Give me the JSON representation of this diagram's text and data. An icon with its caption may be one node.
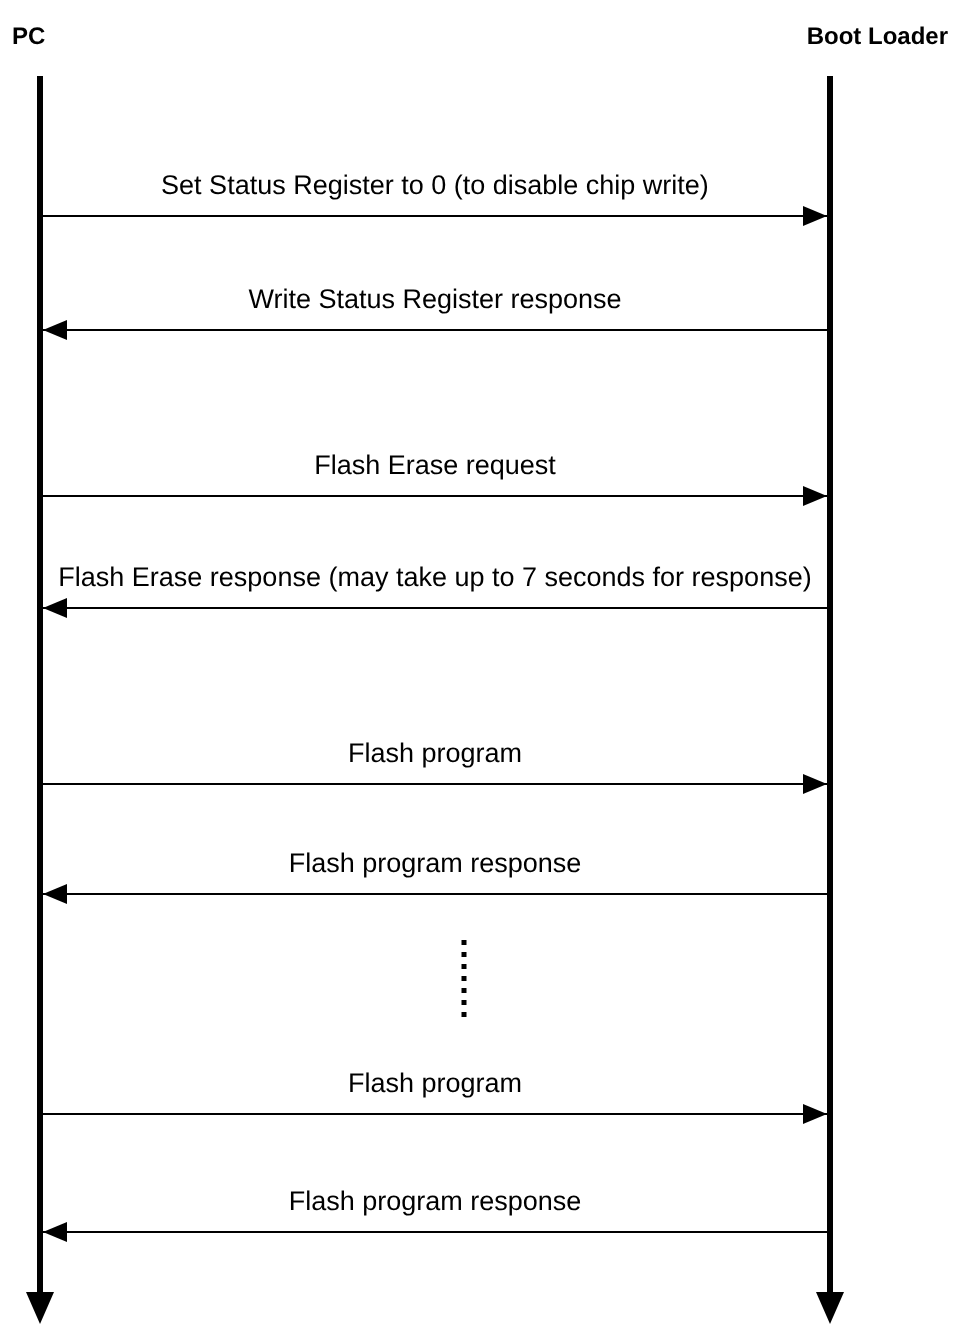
{
  "diagram": {
    "nodes": [
      {
        "text": [
          "PC"
        ]
      },
      {
        "text": [
          "Boot Loader"
        ]
      }
    ],
    "edges": [
      {
        "from": 0,
        "to": 1,
        "arrow": "to",
        "label": "Set Status Register to 0 (to disable chip write)"
      },
      {
        "from": 1,
        "to": 0,
        "arrow": "to",
        "label": "Write Status Register response"
      },
      {
        "from": 0,
        "to": 1,
        "arrow": "to",
        "label": "Flash Erase request"
      },
      {
        "from": 1,
        "to": 0,
        "arrow": "to",
        "label": "Flash Erase response (may take up to 7 seconds for response)"
      },
      {
        "from": 0,
        "to": 1,
        "arrow": "to",
        "label": "Flash program"
      },
      {
        "from": 1,
        "to": 0,
        "arrow": "to",
        "label": "Flash program response"
      },
      {
        "from": 0,
        "to": 1,
        "arrow": "to",
        "label": "Flash program"
      },
      {
        "from": 1,
        "to": 0,
        "arrow": "to",
        "label": "Flash program response"
      }
    ]
  }
}
